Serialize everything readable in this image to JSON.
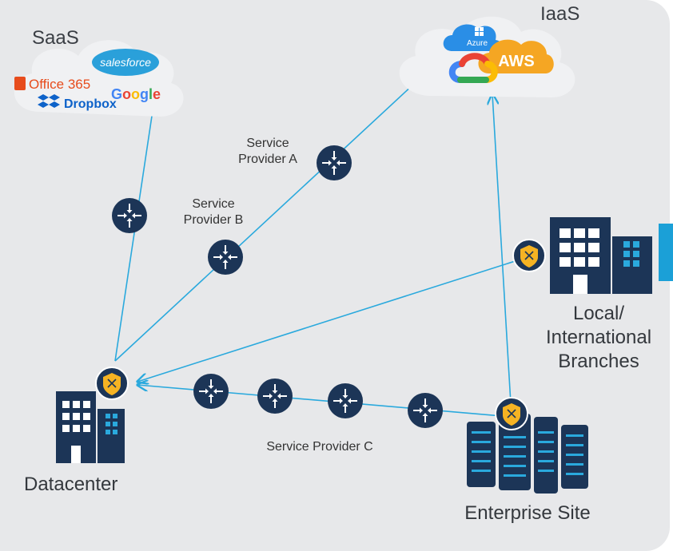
{
  "saas": {
    "label": "SaaS",
    "apps": [
      "salesforce",
      "Office 365",
      "Google",
      "Dropbox"
    ]
  },
  "iaas": {
    "label": "IaaS",
    "providers": [
      "Azure",
      "AWS"
    ]
  },
  "service_providers": {
    "a": "Service Provider A",
    "b": "Service Provider B",
    "c": "Service Provider C"
  },
  "sites": {
    "datacenter": "Datacenter",
    "branches": "Local/ International Branches",
    "enterprise": "Enterprise Site"
  },
  "colors": {
    "panel": "#e7e8ea",
    "router": "#1c3557",
    "link": "#2aa9dd",
    "firewall": "#f5b323",
    "accent": "#1ba0d7"
  },
  "icons": [
    "router-icon",
    "firewall-icon",
    "building-icon",
    "server-rack-icon",
    "cloud-icon"
  ]
}
